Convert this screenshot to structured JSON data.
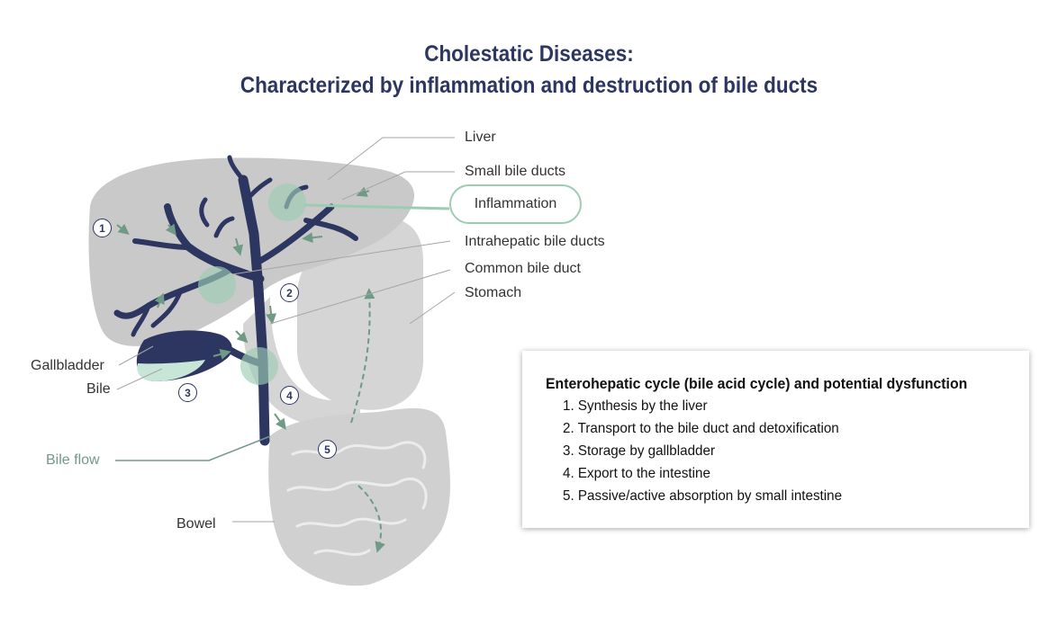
{
  "title": {
    "line1": "Cholestatic Diseases:",
    "line2": "Characterized by inflammation and destruction of bile ducts"
  },
  "labels": {
    "liver": "Liver",
    "small_bile_ducts": "Small bile ducts",
    "inflammation": "Inflammation",
    "intrahepatic_bile_ducts": "Intrahepatic bile ducts",
    "common_bile_duct": "Common bile duct",
    "stomach": "Stomach",
    "gallbladder": "Gallbladder",
    "bile": "Bile",
    "bile_flow": "Bile flow",
    "bowel": "Bowel"
  },
  "markers": [
    "1",
    "2",
    "3",
    "4",
    "5"
  ],
  "legend": {
    "title": "Enterohepatic cycle (bile acid cycle) and potential dysfunction",
    "items": [
      "1. Synthesis by the liver",
      "2. Transport to the bile duct and detoxification",
      "3. Storage by gallbladder",
      "4. Export to the intestine",
      "5. Passive/active absorption by small intestine"
    ]
  },
  "colors": {
    "title": "#2d3561",
    "duct": "#2d3561",
    "organ": "#c9c9c9",
    "inflammation": "#9ccdb3",
    "bile_flow": "#6e9a86"
  }
}
